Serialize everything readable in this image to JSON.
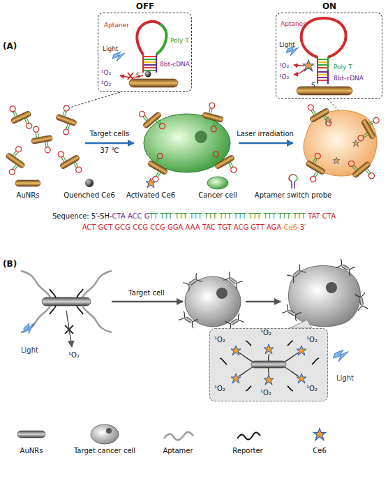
{
  "diagram": {
    "nodes": [
      {
        "text": [
          "OFF",
          "Aptaner",
          "Poly T",
          "Light",
          "¹O₂",
          "¹O₂",
          "8bt-cDNA",
          "S"
        ]
      },
      {
        "text": [
          "ON",
          "Aptaner",
          "Light",
          "¹O₂",
          "¹O₂",
          "Poly T",
          "8bt-cDNA",
          "S"
        ]
      },
      {
        "text": [
          "¹O₂",
          "¹O₂",
          "¹O₂",
          "¹O₂",
          "¹O₂",
          "¹O₂"
        ]
      }
    ],
    "labels": [
      "(A)",
      "Target cells",
      "37 ℃",
      "Laser irradiation",
      "Sequence: 5′-SH-",
      "CTA ACC G",
      "TT TTT TTT TTT TTT TTT TTT TTT TTT TTT TTT",
      "TAT CTA",
      "ACT GCT GCG CCG CCG GGA AAA TAC TGT ACG GTT AGA-",
      "Ce6",
      "-3′",
      "(B)",
      "Target cell",
      "Light",
      "¹O₂",
      "Light"
    ],
    "legend": [
      {
        "text": "AuNRs"
      },
      {
        "text": "Quenched Ce6"
      },
      {
        "text": "Activated Ce6"
      },
      {
        "text": "Cancer cell"
      },
      {
        "text": "Aptamer switch probe"
      },
      {
        "text": "AuNRs"
      },
      {
        "text": "Target cancer cell"
      },
      {
        "text": "Aptamer"
      },
      {
        "text": "Reporter"
      },
      {
        "text": "Ce6"
      }
    ]
  }
}
